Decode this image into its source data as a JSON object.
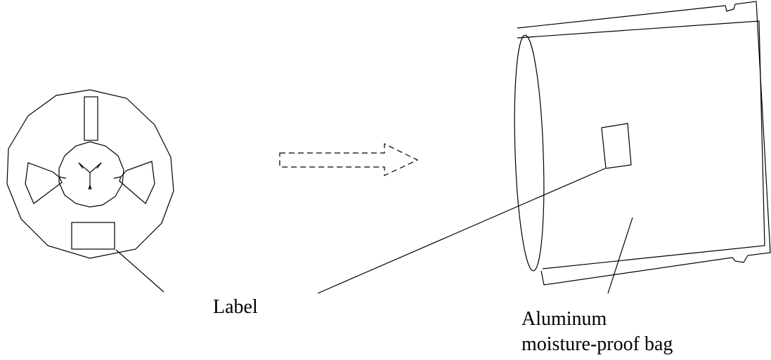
{
  "labels": {
    "label_text": "Label",
    "bag_line1": "Aluminum",
    "bag_line2": "moisture-proof bag"
  },
  "colors": {
    "stroke": "#000000",
    "background": "#ffffff"
  }
}
